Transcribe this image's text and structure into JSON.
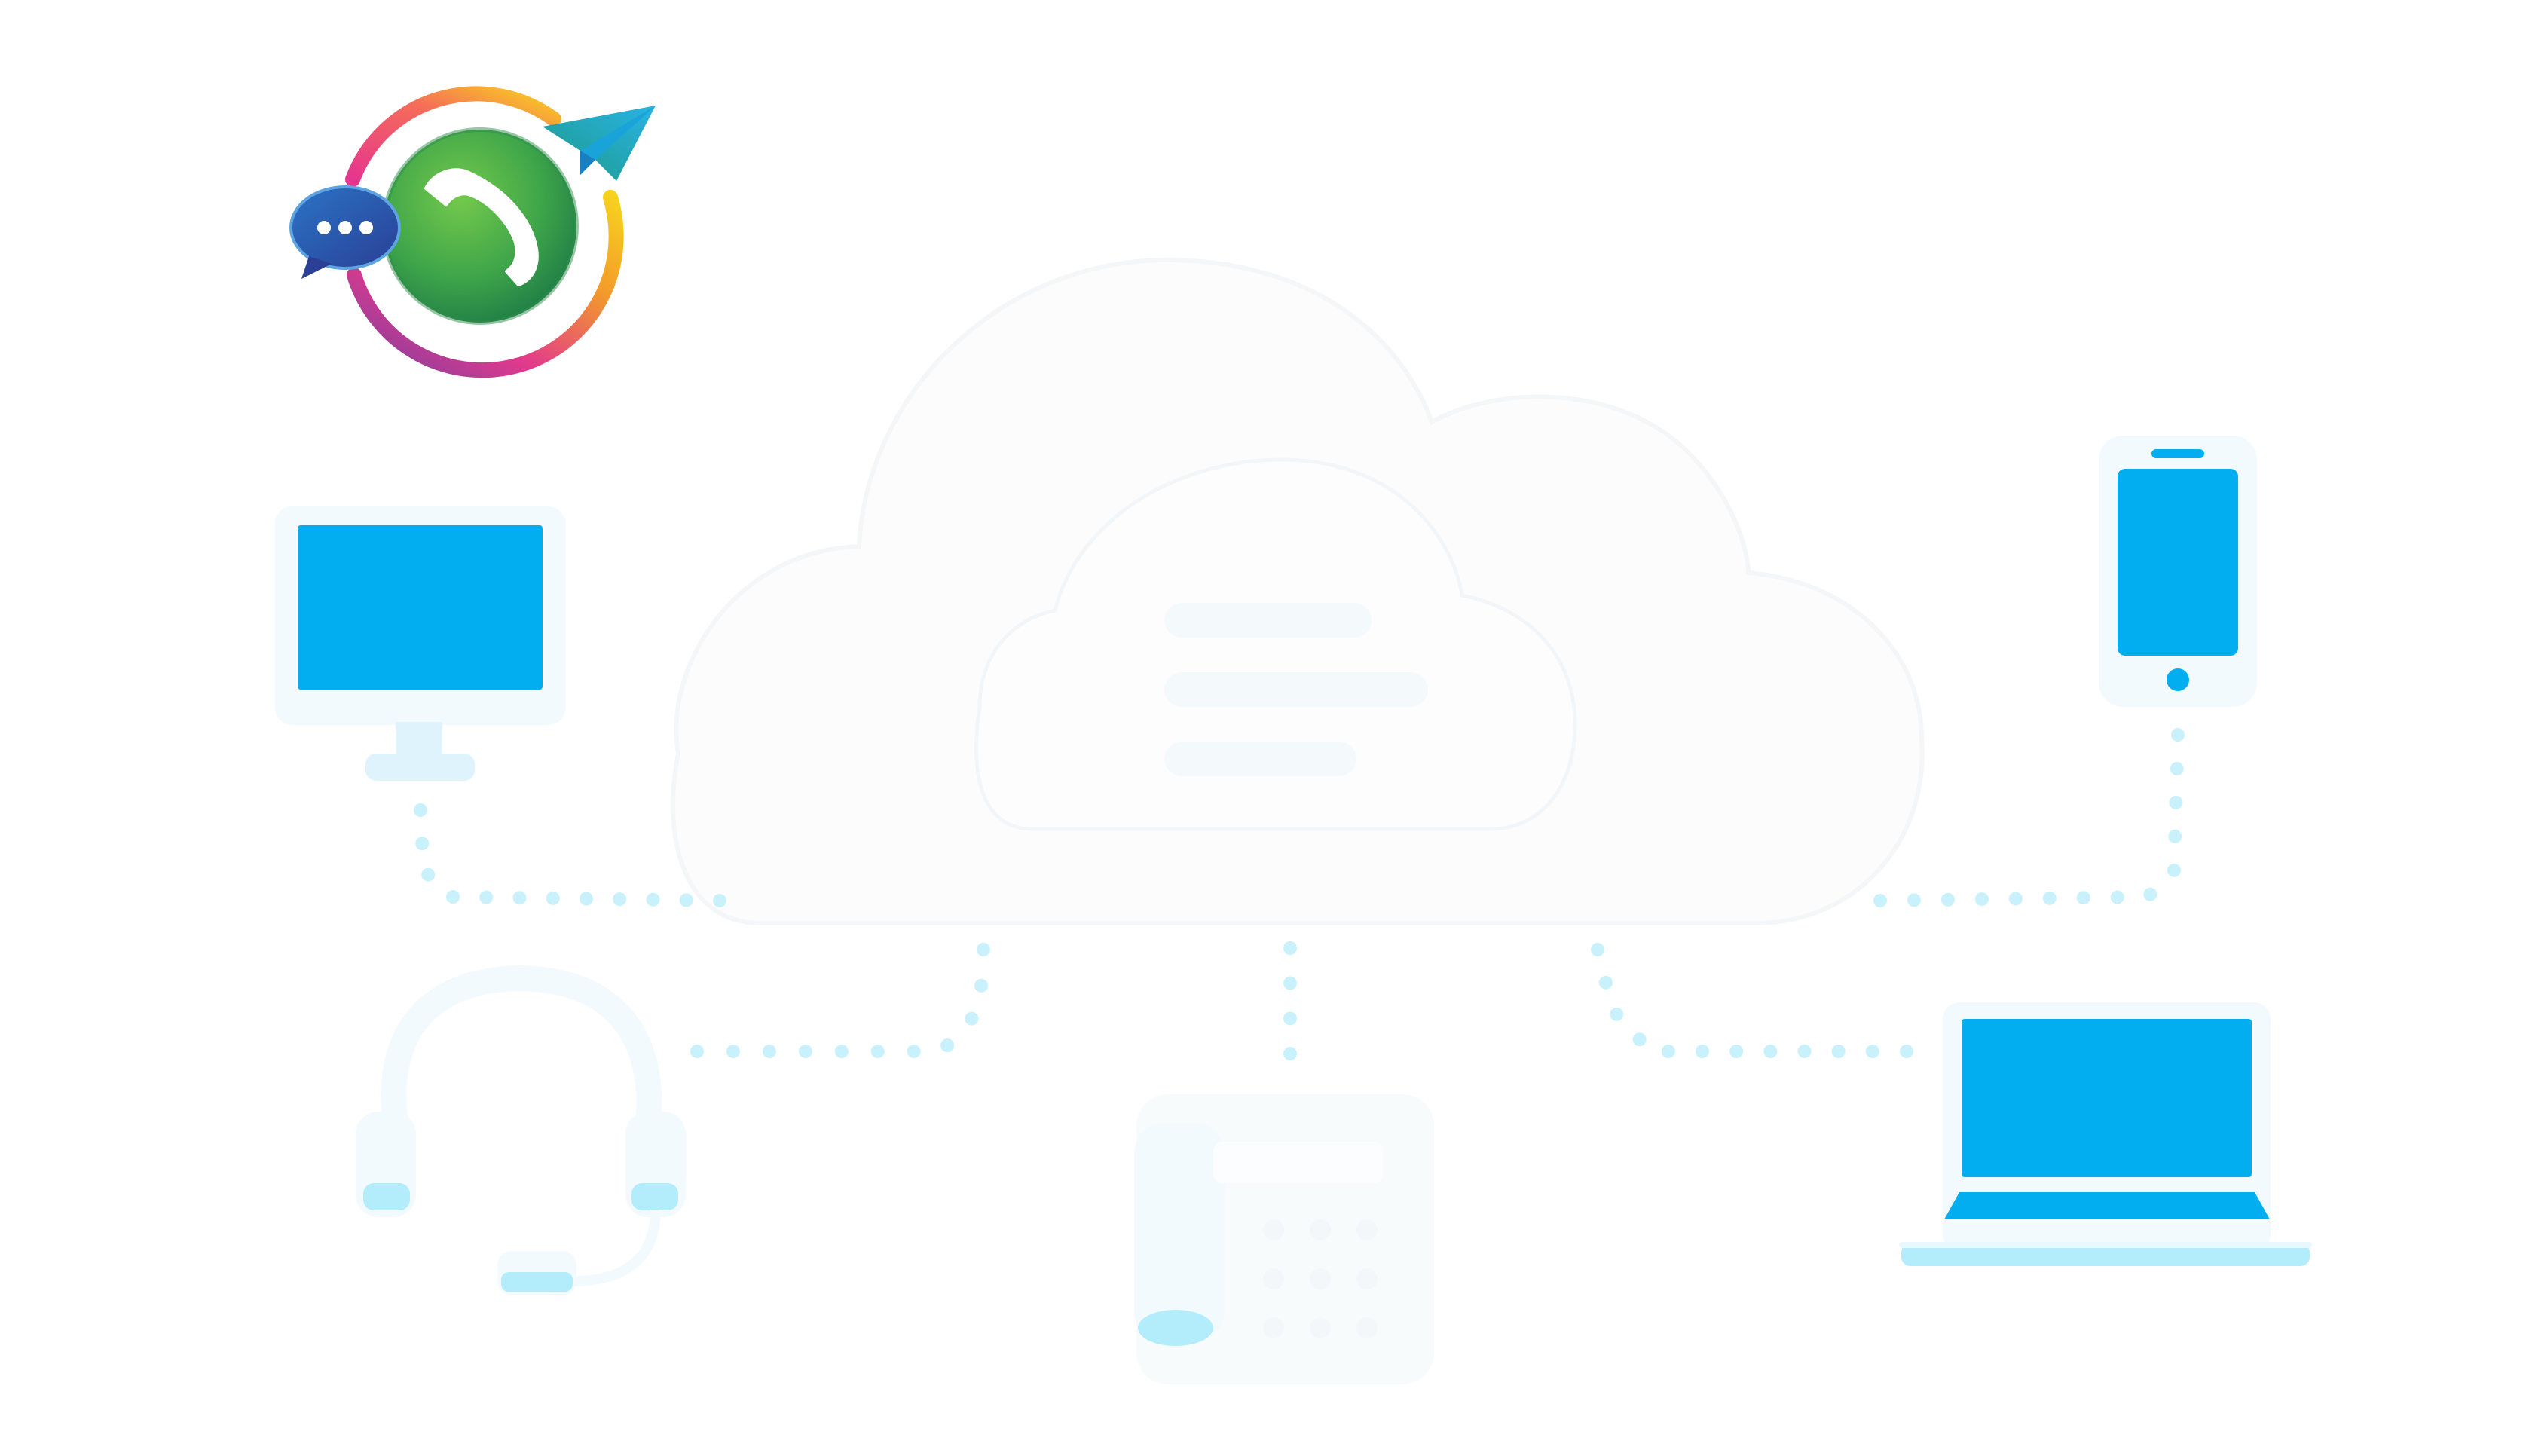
{
  "diagram": {
    "kind": "cloud-network",
    "center_node": {
      "icon": "cloud-server-icon"
    },
    "nodes": [
      {
        "icon": "desktop-monitor-icon",
        "connection": "dotted"
      },
      {
        "icon": "smartphone-icon",
        "connection": "dotted"
      },
      {
        "icon": "headset-icon",
        "connection": "dotted"
      },
      {
        "icon": "desk-phone-icon",
        "connection": "dotted"
      },
      {
        "icon": "laptop-icon",
        "connection": "dotted"
      }
    ]
  },
  "logo": {
    "icon": "voip-messaging-logo"
  },
  "colors": {
    "screen_blue": "#02aef0",
    "accent_light_blue": "#b3ecfb",
    "connector_dot": "#c9f1fc",
    "cloud_fill": "#fcfcfd",
    "device_frame": "#f3fafd"
  }
}
